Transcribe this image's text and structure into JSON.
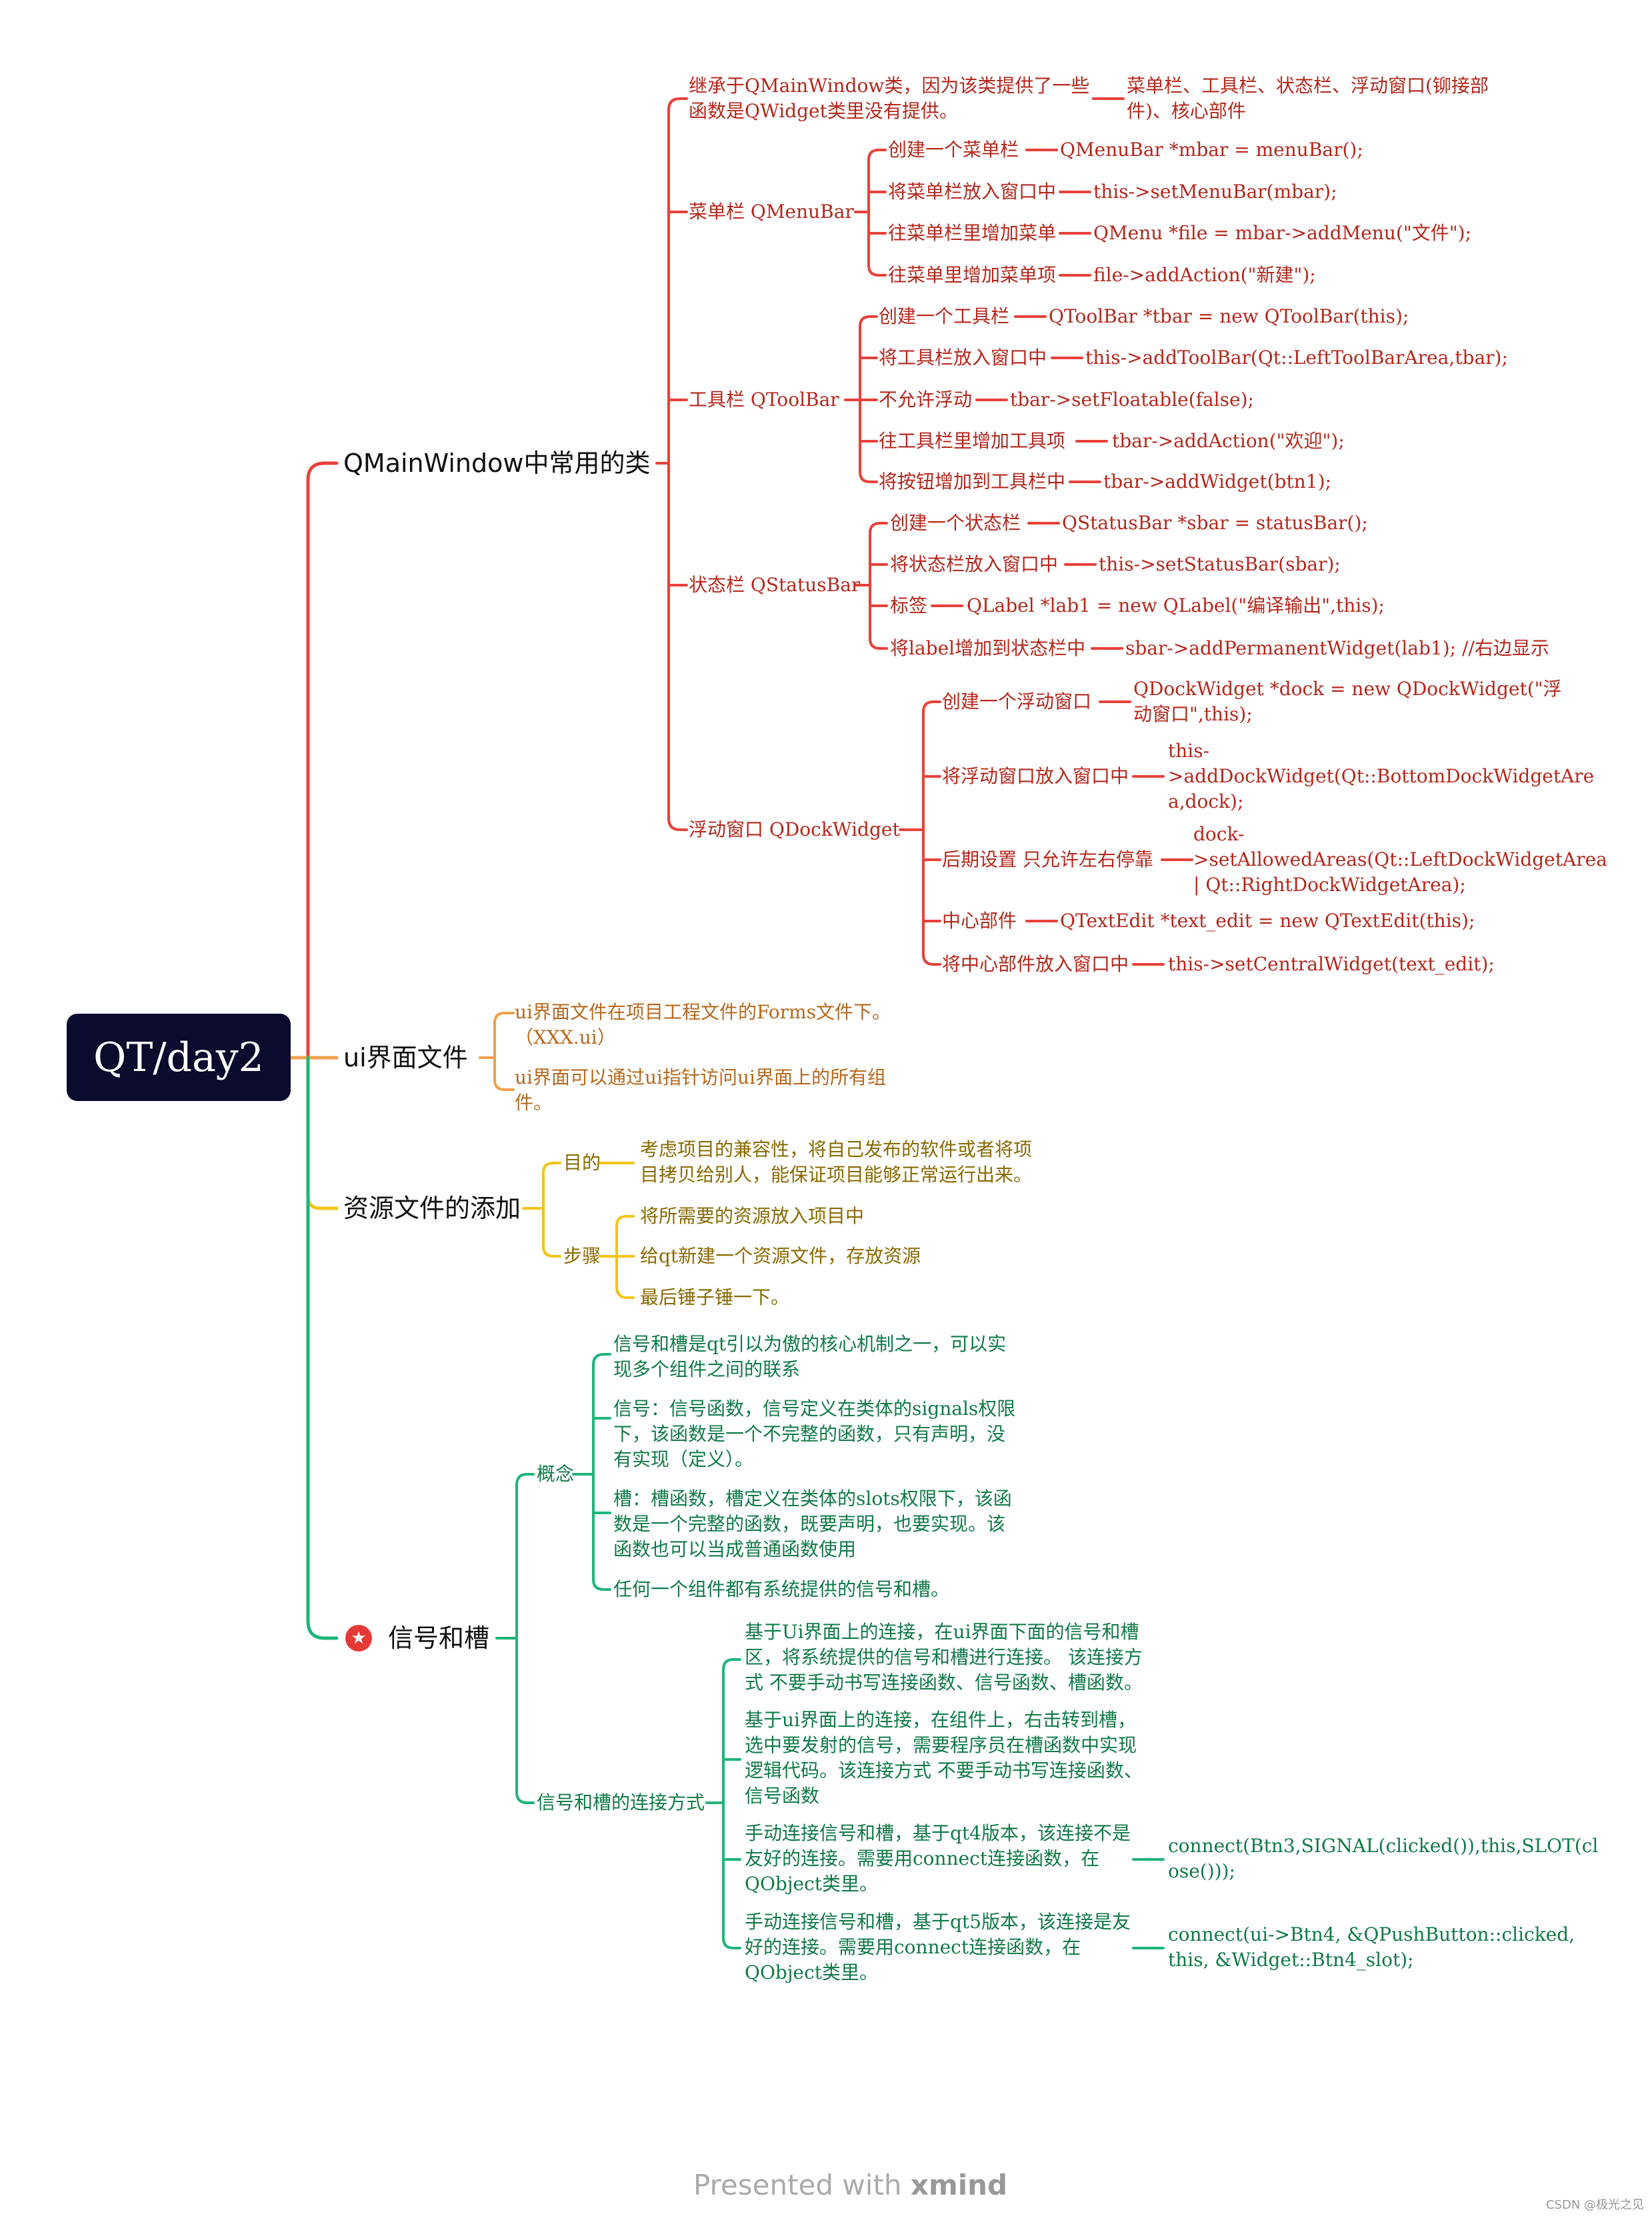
{
  "root": "QT/day2",
  "branches": {
    "qmainwindow": "QMainWindow中常用的类",
    "ui_file": "ui界面文件",
    "resource": "资源文件的添加",
    "signal_slot": "信号和槽"
  },
  "qmw": {
    "inherit": "继承于QMainWindow类，因为该类提供了一些\n函数是QWidget类里没有提供。",
    "inherit_detail": "菜单栏、工具栏、状态栏、浮动窗口(铆接部\n件)、核心部件",
    "menubar": "菜单栏 QMenuBar",
    "menubar_items": [
      {
        "label": "创建一个菜单栏",
        "code": "QMenuBar *mbar = menuBar();"
      },
      {
        "label": "将菜单栏放入窗口中",
        "code": "this->setMenuBar(mbar);"
      },
      {
        "label": "往菜单栏里增加菜单",
        "code": "QMenu *file = mbar->addMenu(\"文件\");"
      },
      {
        "label": "往菜单里增加菜单项",
        "code": "file->addAction(\"新建\");"
      }
    ],
    "toolbar": "工具栏  QToolBar",
    "toolbar_items": [
      {
        "label": "创建一个工具栏",
        "code": "QToolBar *tbar = new QToolBar(this);"
      },
      {
        "label": "将工具栏放入窗口中",
        "code": "this->addToolBar(Qt::LeftToolBarArea,tbar);"
      },
      {
        "label": "不允许浮动",
        "code": "tbar->setFloatable(false);"
      },
      {
        "label": "往工具栏里增加工具项",
        "code": "tbar->addAction(\"欢迎\");"
      },
      {
        "label": "将按钮增加到工具栏中",
        "code": "tbar->addWidget(btn1);"
      }
    ],
    "statusbar": "状态栏 QStatusBar",
    "statusbar_items": [
      {
        "label": "创建一个状态栏",
        "code": "QStatusBar *sbar = statusBar();"
      },
      {
        "label": "将状态栏放入窗口中",
        "code": "this->setStatusBar(sbar);"
      },
      {
        "label": "标签",
        "code": "QLabel *lab1 = new QLabel(\"编译输出\",this);"
      },
      {
        "label": "将label增加到状态栏中",
        "code": "sbar->addPermanentWidget(lab1); //右边显示"
      }
    ],
    "dock": "浮动窗口 QDockWidget",
    "dock_items": [
      {
        "label": "创建一个浮动窗口",
        "code": "QDockWidget *dock = new QDockWidget(\"浮\n动窗口\",this);"
      },
      {
        "label": "将浮动窗口放入窗口中",
        "code": "this-\n>addDockWidget(Qt::BottomDockWidgetAre\na,dock);"
      },
      {
        "label": "后期设置 只允许左右停靠",
        "code": "dock-\n>setAllowedAreas(Qt::LeftDockWidgetArea\n| Qt::RightDockWidgetArea);"
      },
      {
        "label": "中心部件",
        "code": "QTextEdit *text_edit = new QTextEdit(this);"
      },
      {
        "label": "将中心部件放入窗口中",
        "code": "this->setCentralWidget(text_edit);"
      }
    ]
  },
  "ui": {
    "item1": "ui界面文件在项目工程文件的Forms文件下。\n（XXX.ui）",
    "item2": "ui界面可以通过ui指针访问ui界面上的所有组\n件。"
  },
  "res": {
    "purpose": "目的",
    "purpose_text": "考虑项目的兼容性，将自己发布的软件或者将项\n目拷贝给别人，能保证项目能够正常运行出来。",
    "steps": "步骤",
    "steps_items": [
      "将所需要的资源放入项目中",
      "给qt新建一个资源文件，存放资源",
      "最后锤子锤一下。"
    ]
  },
  "ss": {
    "concept": "概念",
    "concept_items": [
      "信号和槽是qt引以为傲的核心机制之一，可以实\n现多个组件之间的联系",
      "信号：信号函数，信号定义在类体的signals权限\n下，该函数是一个不完整的函数，只有声明，没\n有实现（定义）。",
      "槽：槽函数，槽定义在类体的slots权限下，该函\n数是一个完整的函数，既要声明，也要实现。该\n函数也可以当成普通函数使用",
      "任何一个组件都有系统提供的信号和槽。"
    ],
    "connect": "信号和槽的连接方式",
    "connect_items": [
      "基于Ui界面上的连接，在ui界面下面的信号和槽\n区，将系统提供的信号和槽进行连接。 该连接方\n式 不要手动书写连接函数、信号函数、槽函数。",
      "基于ui界面上的连接，在组件上，右击转到槽，\n选中要发射的信号，需要程序员在槽函数中实现\n逻辑代码。该连接方式 不要手动书写连接函数、\n信号函数",
      "手动连接信号和槽，基于qt4版本，该连接不是\n友好的连接。需要用connect连接函数，在\nQObject类里。",
      "手动连接信号和槽，基于qt5版本，该连接是友\n好的连接。需要用connect连接函数，在\nQObject类里。"
    ],
    "code_qt4": "connect(Btn3,SIGNAL(clicked()),this,SLOT(cl\nose()));",
    "code_qt5": "connect(ui->Btn4, &QPushButton::clicked,\nthis, &Widget::Btn4_slot);"
  },
  "footer": {
    "presented": "Presented with ",
    "brand": "xmind"
  },
  "watermark": "CSDN @极光之见",
  "colors": {
    "red": "#e8413a",
    "orange": "#f0a04b",
    "yellow": "#f2c418",
    "green": "#1fb57a",
    "root_bg": "#0b0b2e"
  }
}
